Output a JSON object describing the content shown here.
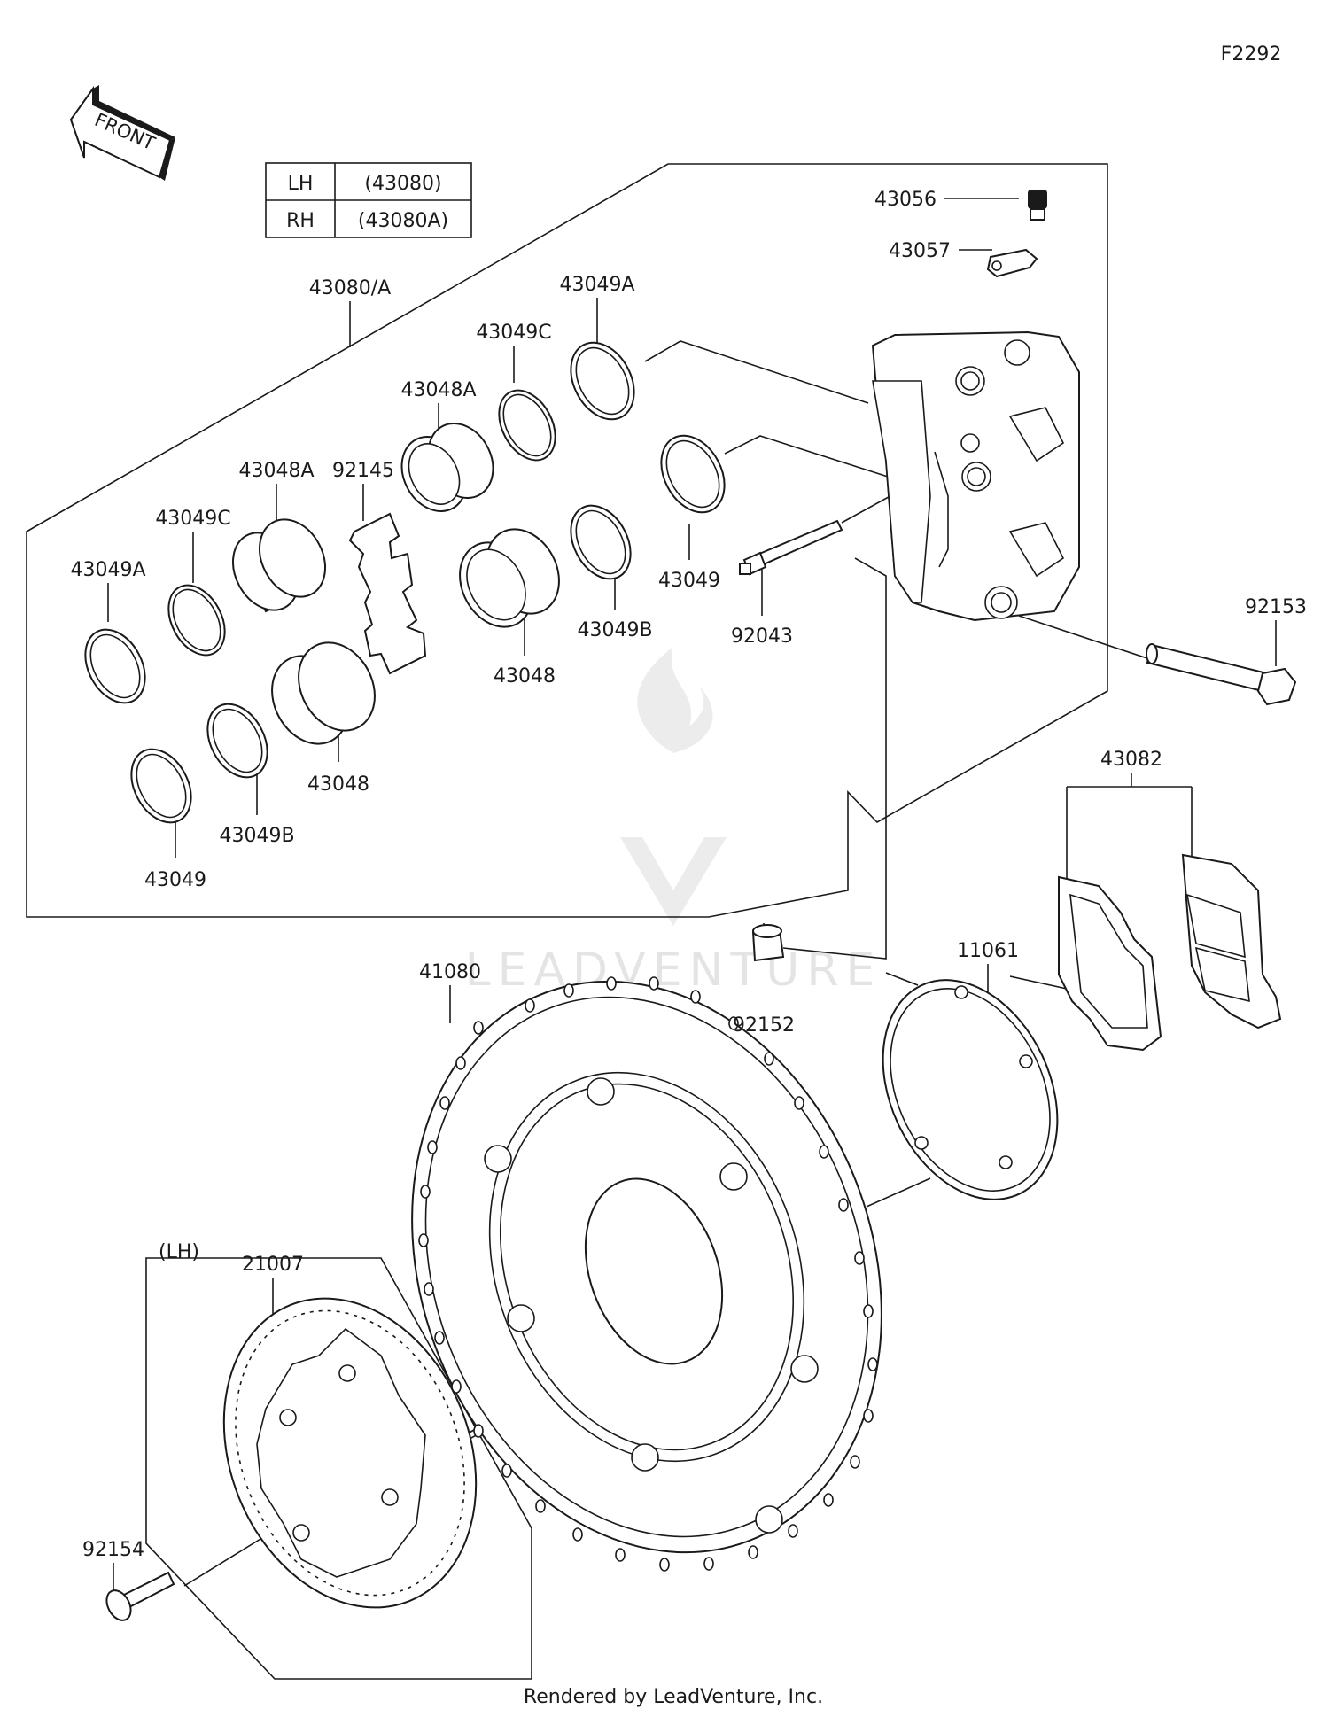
{
  "figure_code": "F2292",
  "front_arrow_label": "FRONT",
  "assembly_table": {
    "rows": [
      {
        "side": "LH",
        "part": "(43080)"
      },
      {
        "side": "RH",
        "part": "(43080A)"
      }
    ]
  },
  "variant_label": "(LH)",
  "watermark": "LEADVENTURE",
  "footer": "Rendered by LeadVenture, Inc.",
  "callouts": {
    "p43080A": "43080/A",
    "p43049A_left": "43049A",
    "p43049C_left": "43049C",
    "p43048A_left": "43048A",
    "p92145": "92145",
    "p43048A_mid": "43048A",
    "p43049C_mid": "43049C",
    "p43049A_mid": "43049A",
    "p43049_left": "43049",
    "p43049B_left": "43049B",
    "p43048_left": "43048",
    "p43048_mid": "43048",
    "p43049B_mid": "43049B",
    "p43049_mid": "43049",
    "p92043": "92043",
    "p43056": "43056",
    "p43057": "43057",
    "p92153": "92153",
    "p43082": "43082",
    "p92152": "92152",
    "p41080": "41080",
    "p11061": "11061",
    "p21007": "21007",
    "p92154": "92154"
  }
}
